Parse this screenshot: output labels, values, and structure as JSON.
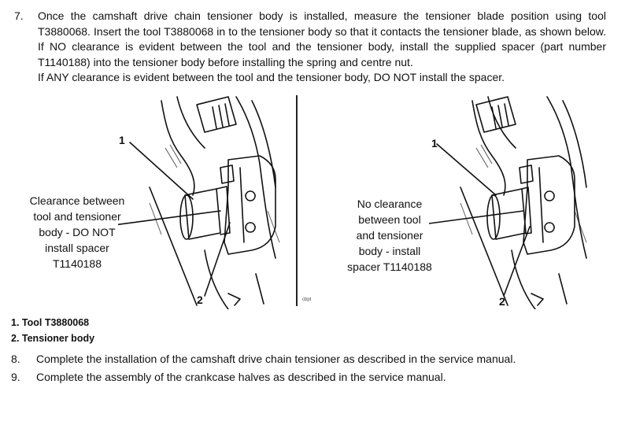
{
  "step7": {
    "number": "7.",
    "line1": "Once the camshaft drive chain tensioner body is installed, measure the tensioner blade position using tool T3880068. Insert the tool T3880068 in to the tensioner body so that it contacts the tensioner blade, as shown below. If NO clearance is evident between the tool and the tensioner body, install the supplied spacer (part number T1140188) into the tensioner body before installing the spring and centre nut.",
    "line2": "If ANY clearance is evident between the tool and the tensioner body, DO NOT install the spacer."
  },
  "figure": {
    "left_callout": [
      "Clearance between",
      "tool and tensioner",
      "body - DO NOT",
      "install spacer",
      "T1140188"
    ],
    "right_callout": [
      "No clearance",
      "between tool",
      "and tensioner",
      "body - install",
      "spacer T1140188"
    ],
    "label_1": "1",
    "label_2": "2",
    "drawing_code": "cbpt"
  },
  "legend": {
    "item1": "1.  Tool T3880068",
    "item2": "2.  Tensioner body"
  },
  "step8": {
    "number": "8.",
    "text": "Complete the installation of the camshaft drive chain tensioner as described in the service manual."
  },
  "step9": {
    "number": "9.",
    "text": "Complete the assembly of the crankcase halves as described in the service manual."
  }
}
